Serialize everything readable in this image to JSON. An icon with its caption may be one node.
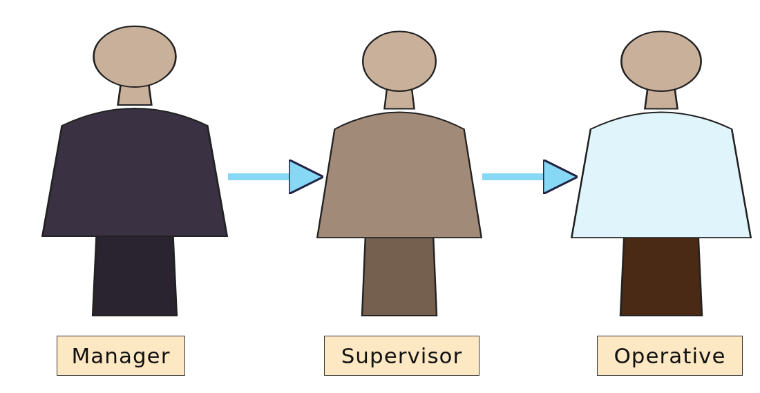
{
  "diagram": {
    "nodes": [
      {
        "text": [],
        "shape": "person"
      },
      {
        "text": [],
        "shape": "person"
      },
      {
        "text": [],
        "shape": "person"
      },
      {
        "text": [
          "Manager"
        ]
      },
      {
        "text": [
          "Supervisor"
        ]
      },
      {
        "text": [
          "Operative"
        ]
      }
    ],
    "edges": [
      {
        "from": 0,
        "to": 1,
        "arrow": "to"
      },
      {
        "from": 1,
        "to": 2,
        "arrow": "to"
      }
    ]
  }
}
